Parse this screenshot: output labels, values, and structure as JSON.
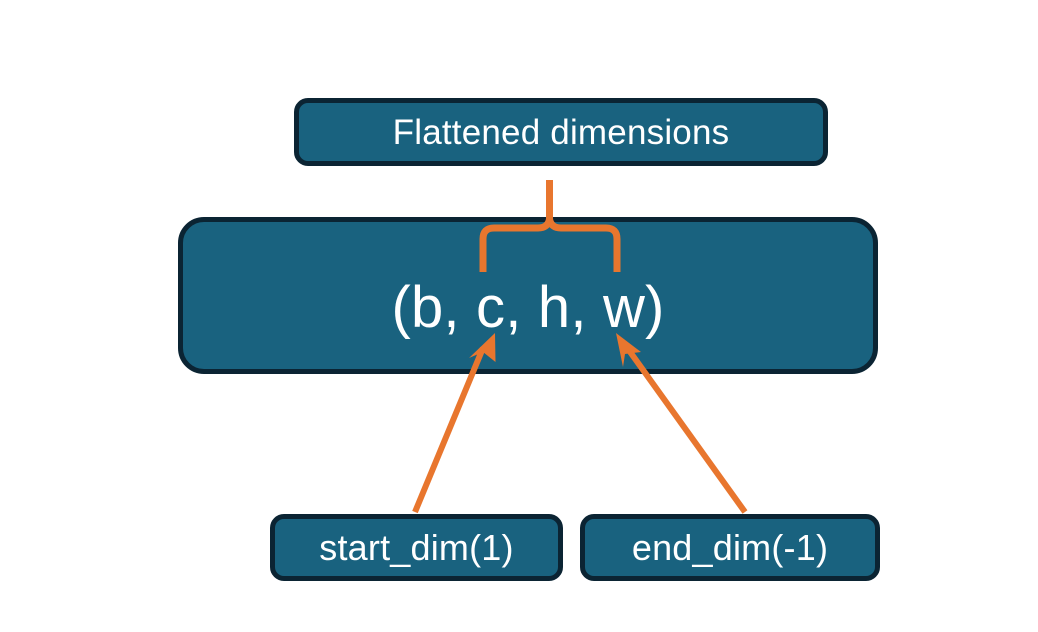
{
  "diagram": {
    "title_node": {
      "label": "Flattened dimensions",
      "name": "flattened-dimensions-node"
    },
    "shape_node": {
      "label": "(b, c, h, w)",
      "name": "tensor-shape-node"
    },
    "start_dim_node": {
      "label": "start_dim(1)",
      "name": "start-dim-node"
    },
    "end_dim_node": {
      "label": "end_dim(-1)",
      "name": "end-dim-node"
    },
    "connectors": [
      {
        "name": "brace-connector",
        "type": "curly-brace",
        "from": "tensor-shape-node",
        "to": "flattened-dimensions-node",
        "spans": "c, h, w"
      },
      {
        "name": "start-dim-arrow",
        "type": "arrow",
        "from": "start-dim-node",
        "to": "tensor-shape-node"
      },
      {
        "name": "end-dim-arrow",
        "type": "arrow",
        "from": "end-dim-node",
        "to": "tensor-shape-node"
      }
    ],
    "colors": {
      "node_fill": "#19627F",
      "node_border": "#0B2433",
      "node_text": "#FFFFFF",
      "connector": "#E8762E",
      "background": "#FFFFFF"
    }
  }
}
